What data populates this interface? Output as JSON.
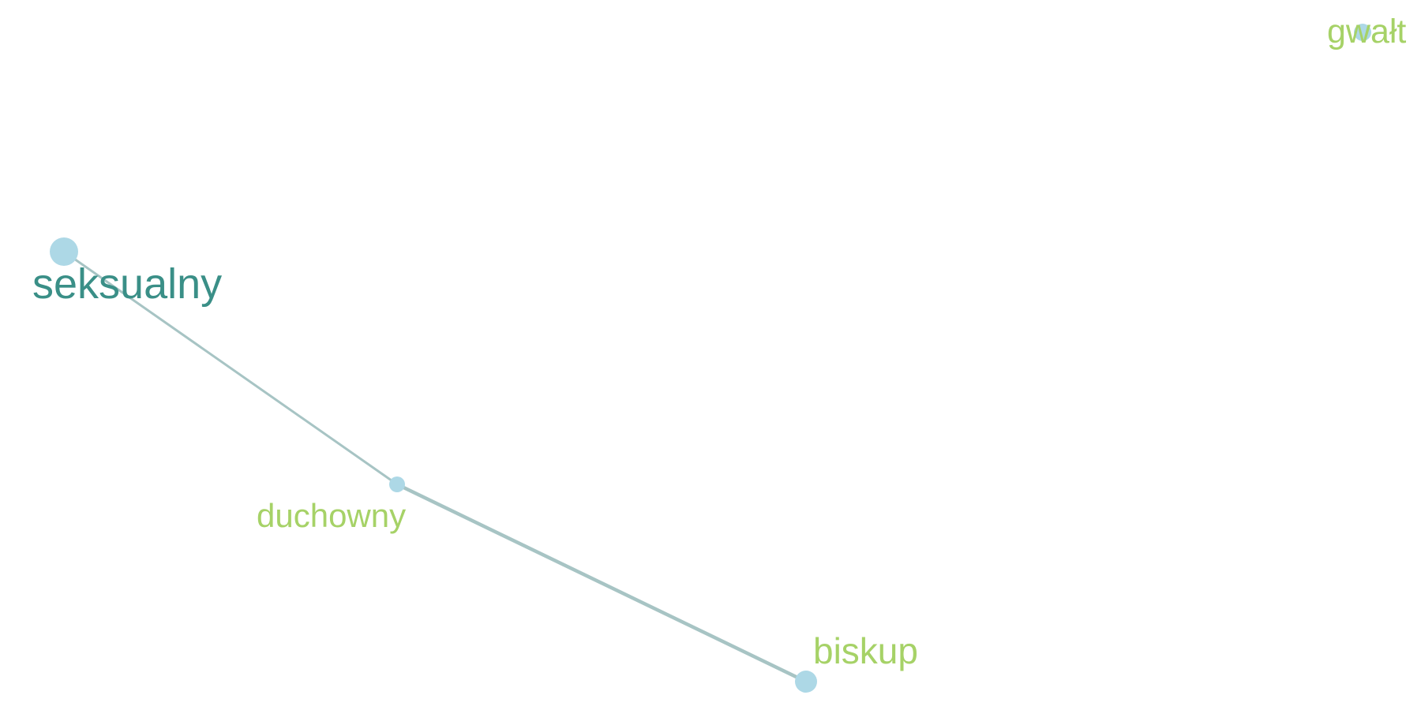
{
  "graph": {
    "colors": {
      "node_fill": "#add8e6",
      "edge_stroke": "#a7c4c4",
      "label_primary": "#3a8f87",
      "label_secondary": "#a6d267"
    },
    "nodes": [
      {
        "id": "seksualny",
        "label": "seksualny"
      },
      {
        "id": "duchowny",
        "label": "duchowny"
      },
      {
        "id": "biskup",
        "label": "biskup"
      },
      {
        "id": "gwalt",
        "label": "gwałt"
      }
    ],
    "edges": [
      {
        "source": "seksualny",
        "target": "duchowny"
      },
      {
        "source": "duchowny",
        "target": "biskup"
      }
    ]
  }
}
